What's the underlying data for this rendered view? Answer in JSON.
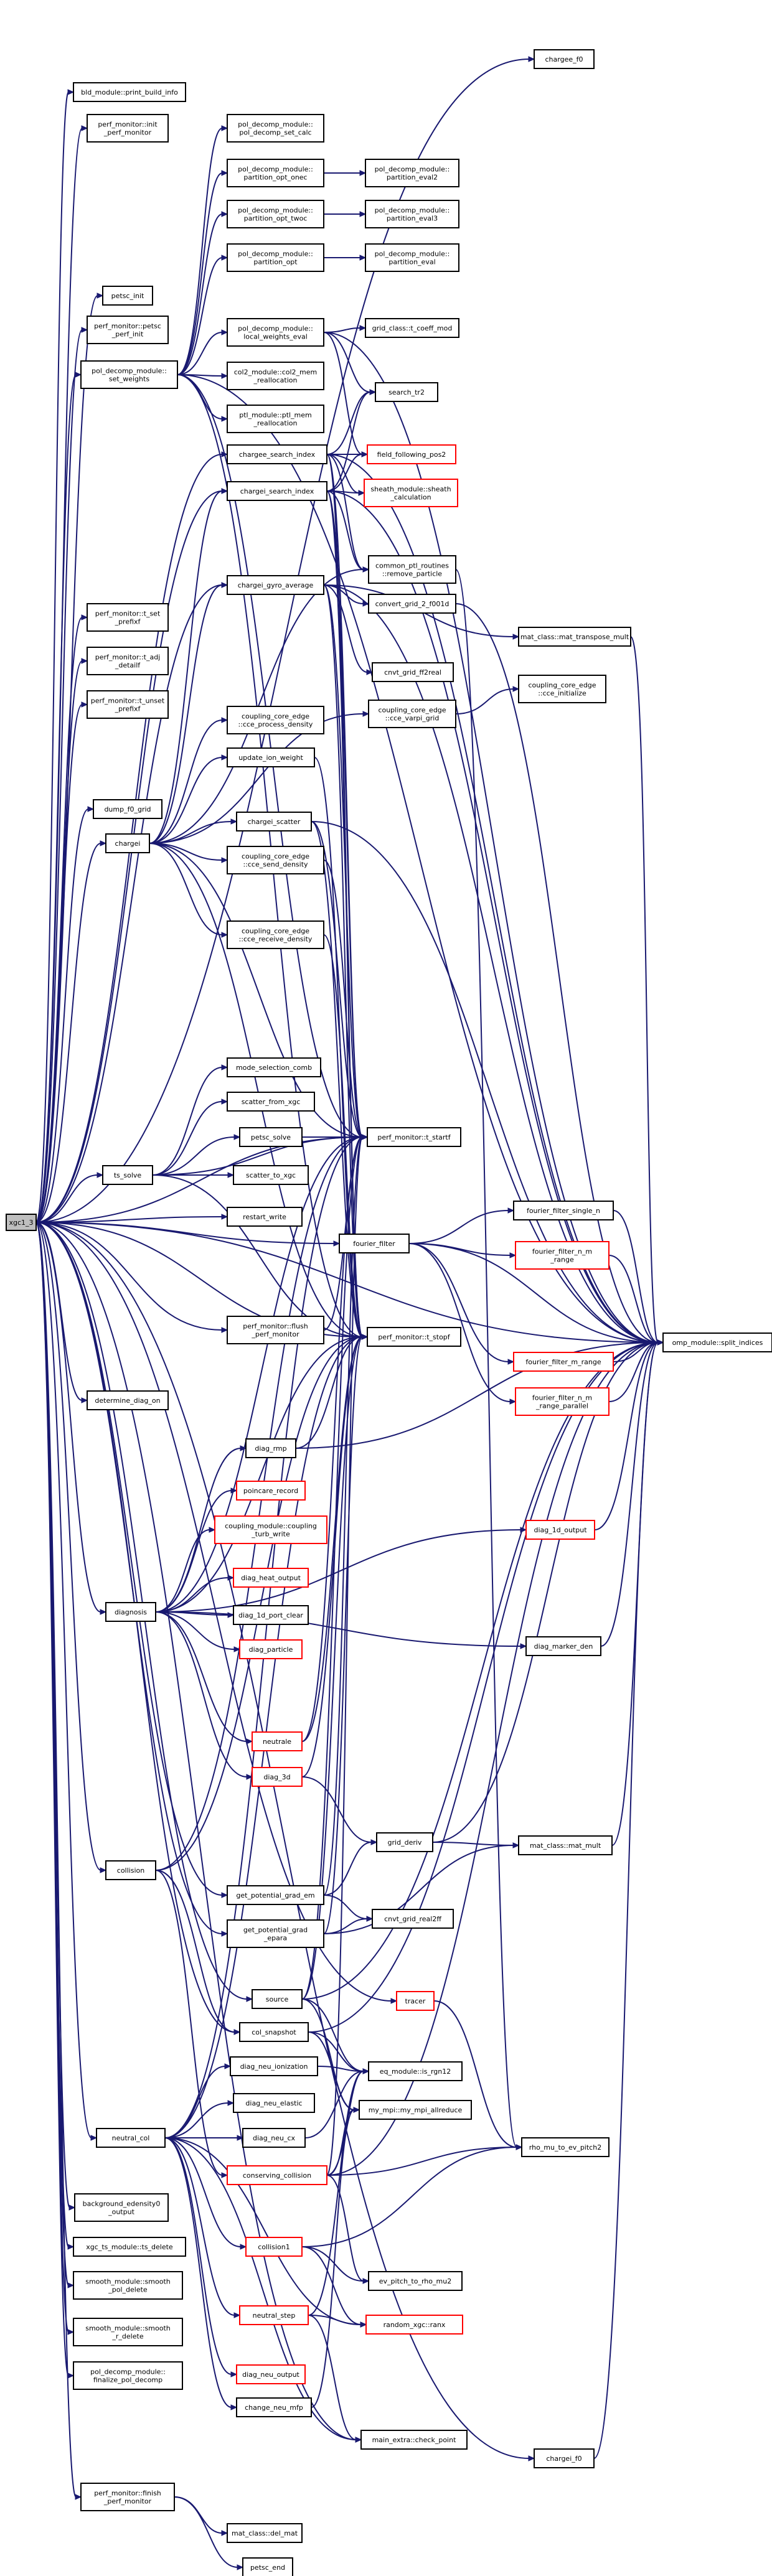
{
  "nodes": [
    {
      "id": "root",
      "label": [
        "xgc1_3"
      ],
      "root": true
    },
    {
      "id": "chargee_f0",
      "label": [
        "chargee_f0"
      ]
    },
    {
      "id": "bld",
      "label": [
        "bld_module::print_build_info"
      ]
    },
    {
      "id": "pm_init",
      "label": [
        "perf_monitor::init",
        "_perf_monitor"
      ]
    },
    {
      "id": "pol_set_calc",
      "label": [
        "pol_decomp_module::",
        "pol_decomp_set_calc"
      ]
    },
    {
      "id": "part_onec",
      "label": [
        "pol_decomp_module::",
        "partition_opt_onec"
      ]
    },
    {
      "id": "part_eval2",
      "label": [
        "pol_decomp_module::",
        "partition_eval2"
      ]
    },
    {
      "id": "part_twoc",
      "label": [
        "pol_decomp_module::",
        "partition_opt_twoc"
      ]
    },
    {
      "id": "part_eval3",
      "label": [
        "pol_decomp_module::",
        "partition_eval3"
      ]
    },
    {
      "id": "part_opt",
      "label": [
        "pol_decomp_module::",
        "partition_opt"
      ]
    },
    {
      "id": "part_eval",
      "label": [
        "pol_decomp_module::",
        "partition_eval"
      ]
    },
    {
      "id": "petsc_init",
      "label": [
        "petsc_init"
      ]
    },
    {
      "id": "pm_petsc",
      "label": [
        "perf_monitor::petsc",
        "_perf_init"
      ]
    },
    {
      "id": "local_wt",
      "label": [
        "pol_decomp_module::",
        "local_weights_eval"
      ]
    },
    {
      "id": "grid_coeff",
      "label": [
        "grid_class::t_coeff_mod"
      ]
    },
    {
      "id": "set_weights",
      "label": [
        "pol_decomp_module::",
        "set_weights"
      ]
    },
    {
      "id": "col2_mem",
      "label": [
        "col2_module::col2_mem",
        "_reallocation"
      ]
    },
    {
      "id": "search_tr2",
      "label": [
        "search_tr2"
      ]
    },
    {
      "id": "ptl_mem",
      "label": [
        "ptl_module::ptl_mem",
        "_reallocation"
      ]
    },
    {
      "id": "chargee_si",
      "label": [
        "chargee_search_index"
      ]
    },
    {
      "id": "field_follow",
      "label": [
        "field_following_pos2"
      ],
      "red": true
    },
    {
      "id": "chargei_si",
      "label": [
        "chargei_search_index"
      ]
    },
    {
      "id": "sheath",
      "label": [
        "sheath_module::sheath",
        "_calculation"
      ],
      "red": true
    },
    {
      "id": "remove_ptl",
      "label": [
        "common_ptl_routines",
        "::remove_particle"
      ]
    },
    {
      "id": "chargei_gyro",
      "label": [
        "chargei_gyro_average"
      ]
    },
    {
      "id": "convert_grid",
      "label": [
        "convert_grid_2_f001d"
      ]
    },
    {
      "id": "pm_set_prefix",
      "label": [
        "perf_monitor::t_set",
        "_prefixf"
      ]
    },
    {
      "id": "mat_transpose",
      "label": [
        "mat_class::mat_transpose_mult"
      ]
    },
    {
      "id": "pm_adj",
      "label": [
        "perf_monitor::t_adj",
        "_detailf"
      ]
    },
    {
      "id": "cnvt_f02",
      "label": [
        "cnvt_grid_ff2real"
      ]
    },
    {
      "id": "cce_init",
      "label": [
        "coupling_core_edge",
        "::cce_initialize"
      ]
    },
    {
      "id": "pm_unset",
      "label": [
        "perf_monitor::t_unset",
        "_prefixf"
      ]
    },
    {
      "id": "cce_varpi",
      "label": [
        "coupling_core_edge",
        "::cce_varpi_grid"
      ]
    },
    {
      "id": "cce_proc",
      "label": [
        "coupling_core_edge",
        "::cce_process_density"
      ]
    },
    {
      "id": "update_ion",
      "label": [
        "update_ion_weight"
      ]
    },
    {
      "id": "dump_f0",
      "label": [
        "dump_f0_grid"
      ]
    },
    {
      "id": "chargei_scatter",
      "label": [
        "chargei_scatter"
      ]
    },
    {
      "id": "chargei",
      "label": [
        "chargei"
      ]
    },
    {
      "id": "cce_send",
      "label": [
        "coupling_core_edge",
        "::cce_send_density"
      ]
    },
    {
      "id": "cce_recv",
      "label": [
        "coupling_core_edge",
        "::cce_receive_density"
      ]
    },
    {
      "id": "mode_sel",
      "label": [
        "mode_selection_comb"
      ]
    },
    {
      "id": "scatter_from",
      "label": [
        "scatter_from_xgc"
      ]
    },
    {
      "id": "petsc_solve",
      "label": [
        "petsc_solve"
      ]
    },
    {
      "id": "pm_startf",
      "label": [
        "perf_monitor::t_startf"
      ]
    },
    {
      "id": "ts_solve",
      "label": [
        "ts_solve"
      ]
    },
    {
      "id": "scatter_to",
      "label": [
        "scatter_to_xgc"
      ]
    },
    {
      "id": "ff_single",
      "label": [
        "fourier_filter_single_n"
      ]
    },
    {
      "id": "restart",
      "label": [
        "restart_write"
      ]
    },
    {
      "id": "fourier",
      "label": [
        "fourier_filter"
      ]
    },
    {
      "id": "ff_nm",
      "label": [
        "fourier_filter_n_m",
        "_range"
      ],
      "red": true
    },
    {
      "id": "pm_flush",
      "label": [
        "perf_monitor::flush",
        "_perf_monitor"
      ]
    },
    {
      "id": "pm_stopf",
      "label": [
        "perf_monitor::t_stopf"
      ]
    },
    {
      "id": "omp_split",
      "label": [
        "omp_module::split_indices"
      ]
    },
    {
      "id": "ff_m",
      "label": [
        "fourier_filter_m_range"
      ],
      "red": true
    },
    {
      "id": "ff_nm_par",
      "label": [
        "fourier_filter_n_m",
        "_range_parallel"
      ],
      "red": true
    },
    {
      "id": "determine_diag",
      "label": [
        "determine_diag_on"
      ]
    },
    {
      "id": "diag_rmp",
      "label": [
        "diag_rmp"
      ]
    },
    {
      "id": "poincare",
      "label": [
        "poincare_record"
      ],
      "red": true
    },
    {
      "id": "coupling_turb",
      "label": [
        "coupling_module::coupling",
        "_turb_write"
      ],
      "red": true
    },
    {
      "id": "diag_heat",
      "label": [
        "diag_heat_output"
      ],
      "red": true
    },
    {
      "id": "diagnosis",
      "label": [
        "diagnosis"
      ]
    },
    {
      "id": "diag_1d_clear",
      "label": [
        "diag_1d_port_clear"
      ]
    },
    {
      "id": "diag_1d_out",
      "label": [
        "diag_1d_output"
      ],
      "red": true
    },
    {
      "id": "diag_particle",
      "label": [
        "diag_particle"
      ],
      "red": true
    },
    {
      "id": "diag_marker",
      "label": [
        "diag_marker_den"
      ]
    },
    {
      "id": "neutrale",
      "label": [
        "neutrale"
      ],
      "red": true
    },
    {
      "id": "diag_3d",
      "label": [
        "diag_3d"
      ],
      "red": true
    },
    {
      "id": "grid_deriv",
      "label": [
        "grid_deriv"
      ]
    },
    {
      "id": "mat_mult",
      "label": [
        "mat_class::mat_mult"
      ]
    },
    {
      "id": "collision",
      "label": [
        "collision"
      ]
    },
    {
      "id": "get_pot_em",
      "label": [
        "get_potential_grad_em"
      ]
    },
    {
      "id": "cnvt_real2ff",
      "label": [
        "cnvt_grid_real2ff"
      ]
    },
    {
      "id": "get_pot_epara",
      "label": [
        "get_potential_grad",
        "_epara"
      ]
    },
    {
      "id": "source",
      "label": [
        "source"
      ]
    },
    {
      "id": "tracer",
      "label": [
        "tracer"
      ],
      "red": true
    },
    {
      "id": "col_snapshot",
      "label": [
        "col_snapshot"
      ]
    },
    {
      "id": "diag_neu_ion",
      "label": [
        "diag_neu_ionization"
      ]
    },
    {
      "id": "eq_is_rgn12",
      "label": [
        "eq_module::is_rgn12"
      ]
    },
    {
      "id": "diag_neu_elastic",
      "label": [
        "diag_neu_elastic"
      ]
    },
    {
      "id": "my_mpi",
      "label": [
        "my_mpi::my_mpi_allreduce"
      ]
    },
    {
      "id": "neutral_col",
      "label": [
        "neutral_col"
      ]
    },
    {
      "id": "diag_neu_cx",
      "label": [
        "diag_neu_cx"
      ]
    },
    {
      "id": "rho_mu",
      "label": [
        "rho_mu_to_ev_pitch2"
      ]
    },
    {
      "id": "conserving",
      "label": [
        "conserving_collision"
      ],
      "red": true
    },
    {
      "id": "bg_edensity",
      "label": [
        "background_edensity0",
        "_output"
      ]
    },
    {
      "id": "xgc_ts_delete",
      "label": [
        "xgc_ts_module::ts_delete"
      ]
    },
    {
      "id": "collision1",
      "label": [
        "collision1"
      ],
      "red": true
    },
    {
      "id": "smooth_pol",
      "label": [
        "smooth_module::smooth",
        "_pol_delete"
      ]
    },
    {
      "id": "ev_pitch",
      "label": [
        "ev_pitch_to_rho_mu2"
      ]
    },
    {
      "id": "neutral_step",
      "label": [
        "neutral_step"
      ],
      "red": true
    },
    {
      "id": "random_ranx",
      "label": [
        "random_xgc::ranx"
      ],
      "red": true
    },
    {
      "id": "smooth_r",
      "label": [
        "smooth_module::smooth",
        "_r_delete"
      ]
    },
    {
      "id": "pol_finalize",
      "label": [
        "pol_decomp_module::",
        "finalize_pol_decomp"
      ]
    },
    {
      "id": "diag_neu_out",
      "label": [
        "diag_neu_output"
      ],
      "red": true
    },
    {
      "id": "change_neu",
      "label": [
        "change_neu_mfp"
      ]
    },
    {
      "id": "main_extra",
      "label": [
        "main_extra::check_point"
      ]
    },
    {
      "id": "chargei_f0",
      "label": [
        "chargei_f0"
      ]
    },
    {
      "id": "pm_finish",
      "label": [
        "perf_monitor::finish",
        "_perf_monitor"
      ]
    },
    {
      "id": "mat_del",
      "label": [
        "mat_class::del_mat"
      ]
    },
    {
      "id": "petsc_end",
      "label": [
        "petsc_end"
      ]
    }
  ]
}
